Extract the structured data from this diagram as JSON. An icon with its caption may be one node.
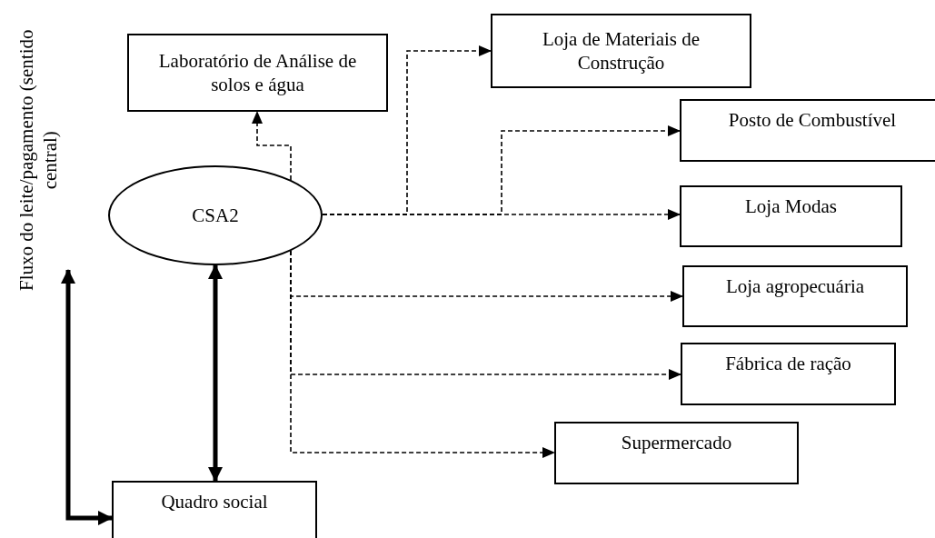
{
  "diagram": {
    "nodes": [
      {
        "text": [
          "Laboratório de Análise de solos e água"
        ]
      },
      {
        "text": [
          "Loja de Materiais de Construção"
        ]
      },
      {
        "text": [
          "Posto de Combustível"
        ]
      },
      {
        "text": [
          "CSA2"
        ]
      },
      {
        "text": [
          "Loja Modas"
        ]
      },
      {
        "text": [
          "Loja agropecuária"
        ]
      },
      {
        "text": [
          "Fábrica de ração"
        ]
      },
      {
        "text": [
          "Supermercado"
        ]
      },
      {
        "text": [
          "Quadro social"
        ]
      },
      {
        "text": [
          "Fluxo do leite/pagamento (sentido central)"
        ]
      }
    ],
    "edges": [
      {
        "from": 3,
        "to": 0,
        "arrow": "to",
        "style": "dashed"
      },
      {
        "from": 3,
        "to": 1,
        "arrow": "to",
        "style": "dashed"
      },
      {
        "from": 3,
        "to": 2,
        "arrow": "to",
        "style": "dashed"
      },
      {
        "from": 3,
        "to": 4,
        "arrow": "to",
        "style": "dashed"
      },
      {
        "from": 3,
        "to": 5,
        "arrow": "to",
        "style": "dashed"
      },
      {
        "from": 3,
        "to": 6,
        "arrow": "to",
        "style": "dashed"
      },
      {
        "from": 3,
        "to": 7,
        "arrow": "to",
        "style": "dashed"
      },
      {
        "from": 3,
        "to": 8,
        "arrow": "both",
        "style": "thick"
      },
      {
        "from": 9,
        "to": 8,
        "arrow": "both",
        "style": "thick"
      }
    ]
  }
}
